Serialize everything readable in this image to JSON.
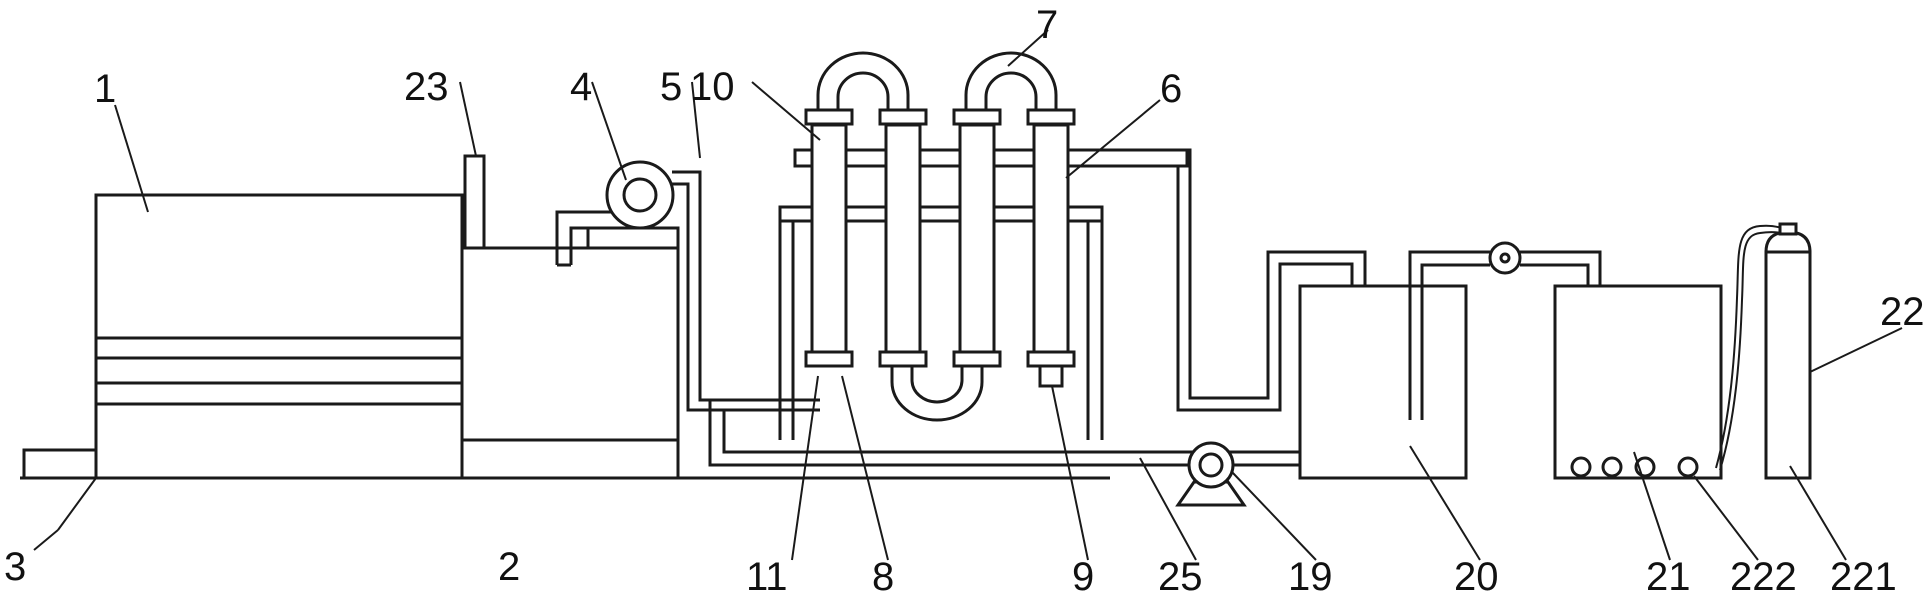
{
  "labels": {
    "l1": "1",
    "l2": "2",
    "l3": "3",
    "l4": "4",
    "l5": "5",
    "l6": "6",
    "l7": "7",
    "l8": "8",
    "l9": "9",
    "l10": "10",
    "l11": "11",
    "l19": "19",
    "l20": "20",
    "l21": "21",
    "l22": "22",
    "l23": "23",
    "l25": "25",
    "l221": "221",
    "l222": "222"
  }
}
